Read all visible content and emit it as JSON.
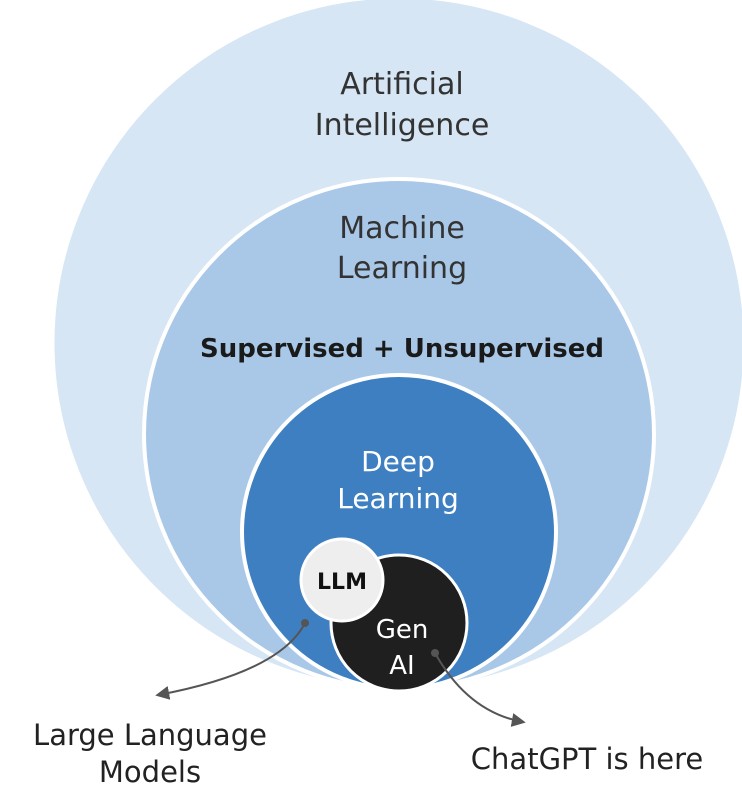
{
  "diagram": {
    "ai": {
      "label_line1": "Artificial",
      "label_line2": "Intelligence",
      "fill": "#d6e6f4",
      "stroke": "#ffffff"
    },
    "ml": {
      "label_line1": "Machine",
      "label_line2": "Learning",
      "sublabel": "Supervised + Unsupervised",
      "fill": "#a9c8e8",
      "stroke": "#ffffff"
    },
    "dl": {
      "label_line1": "Deep",
      "label_line2": "Learning",
      "fill": "#3e7fc1",
      "stroke": "#ffffff"
    },
    "llm": {
      "label": "LLM",
      "fill": "#eeeeee"
    },
    "genai": {
      "label_line1": "Gen",
      "label_line2": "AI",
      "fill": "#1f1f1f"
    },
    "callouts": {
      "llm_line1": "Large Language",
      "llm_line2": "Models",
      "genai": "ChatGPT is here"
    }
  }
}
